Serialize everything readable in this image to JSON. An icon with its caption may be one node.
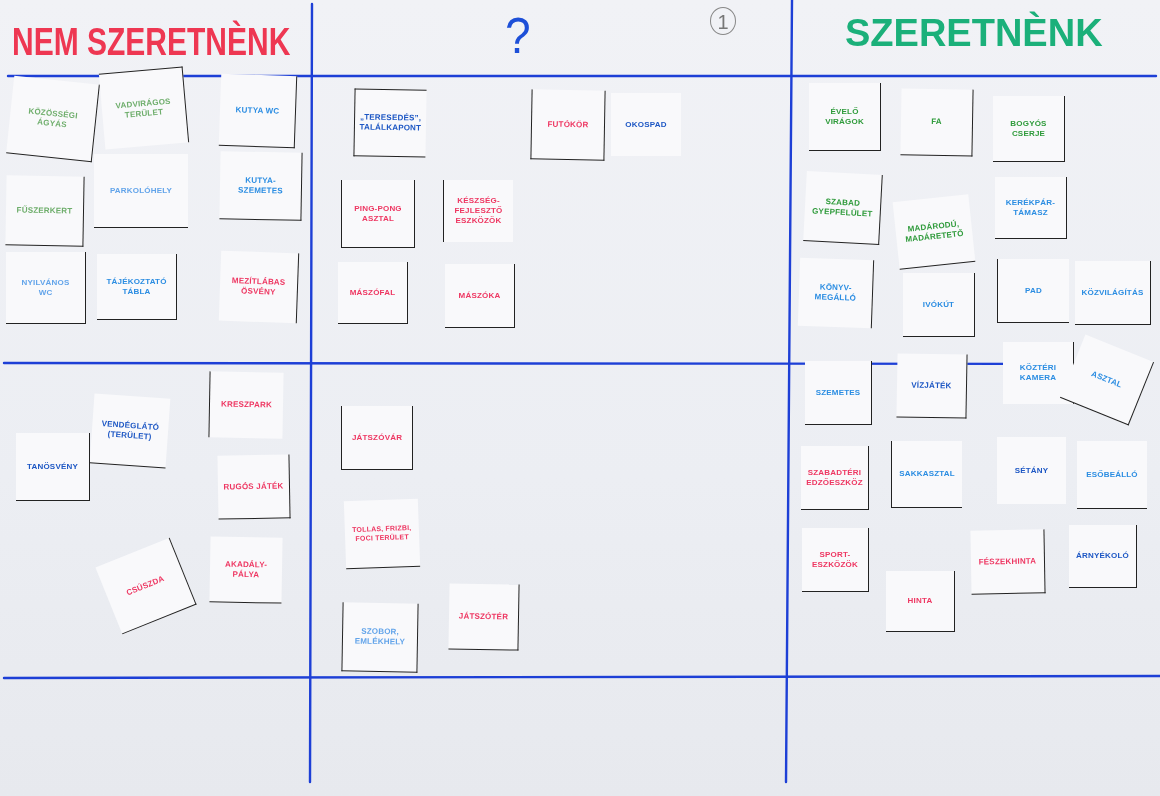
{
  "diagram": {
    "nodes": [
      {
        "text": [
          "KÖZÖSSÉGI ÁGYÁS"
        ]
      },
      {
        "text": [
          "VADVIRÁGOS TERÜLET"
        ]
      },
      {
        "text": [
          "KUTYA WC"
        ]
      },
      {
        "text": [
          "FŰSZERKERT"
        ]
      },
      {
        "text": [
          "PARKOLÓHELY"
        ]
      },
      {
        "text": [
          "KUTYA-SZEMETES"
        ]
      },
      {
        "text": [
          "NYILVÁNOS WC"
        ]
      },
      {
        "text": [
          "TÁJÉKOZTATÓ TÁBLA"
        ]
      },
      {
        "text": [
          "MEZÍTLÁBAS ÖSVÉNY"
        ]
      },
      {
        "text": [
          "„TERESEDÉS”, TALÁLKAPONT"
        ]
      },
      {
        "text": [
          "FUTÓKÖR"
        ]
      },
      {
        "text": [
          "OKOSPAD"
        ]
      },
      {
        "text": [
          "PING-PONG ASZTAL"
        ]
      },
      {
        "text": [
          "KÉSZSÉG-FEJLESZTŐ ESZKÖZÖK"
        ]
      },
      {
        "text": [
          "MÁSZÓFAL"
        ]
      },
      {
        "text": [
          "MÁSZÓKA"
        ]
      },
      {
        "text": [
          "ÉVELŐ VIRÁGOK"
        ]
      },
      {
        "text": [
          "FA"
        ]
      },
      {
        "text": [
          "BOGYÓS CSERJE"
        ]
      },
      {
        "text": [
          "SZABAD GYEPFELÜLET"
        ]
      },
      {
        "text": [
          "MADÁRODÚ, MADÁRETETŐ"
        ]
      },
      {
        "text": [
          "KERÉKPÁR-TÁMASZ"
        ]
      },
      {
        "text": [
          "KÖNYV-MEGÁLLÓ"
        ]
      },
      {
        "text": [
          "IVÓKÚT"
        ]
      },
      {
        "text": [
          "PAD"
        ]
      },
      {
        "text": [
          "KÖZVILÁGÍTÁS"
        ]
      },
      {
        "text": [
          "KRESZPARK"
        ]
      },
      {
        "text": [
          "VENDÉGLÁTÓ (TERÜLET)"
        ]
      },
      {
        "text": [
          "TANÖSVÉNY"
        ]
      },
      {
        "text": [
          "RUGÓS JÁTÉK"
        ]
      },
      {
        "text": [
          "CSÚSZDA"
        ]
      },
      {
        "text": [
          "AKADÁLY-PÁLYA"
        ]
      },
      {
        "text": [
          "JÁTSZÓVÁR"
        ]
      },
      {
        "text": [
          "TOLLAS, FRIZBI, FOCI TERÜLET"
        ]
      },
      {
        "text": [
          "JÁTSZÓTÉR"
        ]
      },
      {
        "text": [
          "SZOBOR, EMLÉKHELY"
        ]
      },
      {
        "text": [
          "SZEMETES"
        ]
      },
      {
        "text": [
          "VÍZJÁTÉK"
        ]
      },
      {
        "text": [
          "KÖZTÉRI KAMERA"
        ]
      },
      {
        "text": [
          "ASZTAL"
        ]
      },
      {
        "text": [
          "SZABADTÉRI EDZŐESZKÖZ"
        ]
      },
      {
        "text": [
          "SAKKASZTAL"
        ]
      },
      {
        "text": [
          "SÉTÁNY"
        ]
      },
      {
        "text": [
          "ESŐBEÁLLÓ"
        ]
      },
      {
        "text": [
          "SPORT-ESZKÖZÖK"
        ]
      },
      {
        "text": [
          "FÉSZEKHINTA"
        ]
      },
      {
        "text": [
          "ÁRNYÉKOLÓ"
        ]
      },
      {
        "text": [
          "HINTA"
        ]
      }
    ],
    "labels": [
      "NEM SZERETNÈNK",
      "?",
      "1",
      "SZERETNÈNK"
    ]
  }
}
